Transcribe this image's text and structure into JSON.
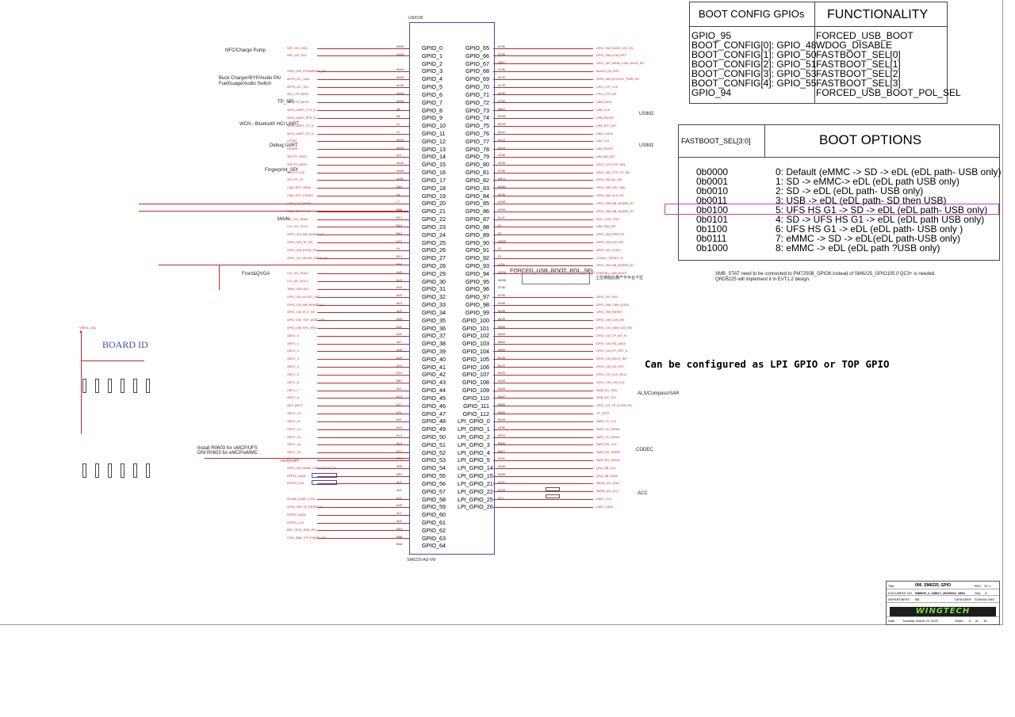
{
  "chip": {
    "ref": "U0001B",
    "part": "SM6225-AD-VM",
    "left_pins": [
      "GPIO_0",
      "GPIO_1",
      "GPIO_2",
      "GPIO_3",
      "GPIO_4",
      "GPIO_5",
      "GPIO_6",
      "GPIO_7",
      "GPIO_8",
      "GPIO_9",
      "GPIO_10",
      "GPIO_11",
      "GPIO_12",
      "GPIO_13",
      "GPIO_14",
      "GPIO_15",
      "GPIO_16",
      "GPIO_17",
      "GPIO_18",
      "GPIO_19",
      "GPIO_20",
      "GPIO_21",
      "GPIO_22",
      "GPIO_23",
      "GPIO_24",
      "GPIO_25",
      "GPIO_26",
      "GPIO_27",
      "GPIO_28",
      "GPIO_29",
      "GPIO_30",
      "GPIO_31",
      "GPIO_32",
      "GPIO_33",
      "GPIO_34",
      "GPIO_35",
      "GPIO_36",
      "GPIO_37",
      "GPIO_38",
      "GPIO_39",
      "GPIO_40",
      "GPIO_41",
      "GPIO_42",
      "GPIO_43",
      "GPIO_44",
      "GPIO_45",
      "GPIO_46",
      "GPIO_47",
      "GPIO_48",
      "GPIO_49",
      "GPIO_50",
      "GPIO_51",
      "GPIO_52",
      "GPIO_53",
      "GPIO_54",
      "GPIO_55",
      "GPIO_56",
      "GPIO_57",
      "GPIO_58",
      "GPIO_59",
      "GPIO_60",
      "GPIO_61",
      "GPIO_62",
      "GPIO_63",
      "GPIO_64"
    ],
    "right_pins": [
      "GPIO_65",
      "GPIO_66",
      "GPIO_67",
      "GPIO_68",
      "GPIO_69",
      "GPIO_70",
      "GPIO_71",
      "GPIO_72",
      "GPIO_73",
      "GPIO_74",
      "GPIO_75",
      "GPIO_76",
      "GPIO_77",
      "GPIO_78",
      "GPIO_79",
      "GPIO_80",
      "GPIO_81",
      "GPIO_82",
      "GPIO_83",
      "GPIO_84",
      "GPIO_85",
      "GPIO_86",
      "GPIO_87",
      "GPIO_88",
      "GPIO_89",
      "GPIO_90",
      "GPIO_91",
      "GPIO_92",
      "GPIO_93",
      "GPIO_94",
      "GPIO_95",
      "GPIO_96",
      "GPIO_97",
      "GPIO_98",
      "GPIO_99",
      "GPIO_100",
      "GPIO_101",
      "GPIO_102",
      "GPIO_103",
      "GPIO_104",
      "GPIO_105",
      "GPIO_106",
      "GPIO_107",
      "GPIO_108",
      "GPIO_109",
      "GPIO_110",
      "GPIO_111",
      "GPIO_112",
      "LPI_GPIO_0",
      "LPI_GPIO_1",
      "LPI_GPIO_2",
      "LPI_GPIO_3",
      "LPI_GPIO_4",
      "LPI_GPIO_5",
      "LPI_GPIO_14",
      "LPI_GPIO_15",
      "LPI_GPIO_21",
      "LPI_GPIO_22",
      "LPI_GPIO_25",
      "LPI_GPIO_26"
    ],
    "left_balls": [
      "AH38",
      "AH36",
      "",
      "AH40",
      "AH36",
      "AL36",
      "AH36",
      "AH36",
      "AE",
      "AE",
      "J1",
      "J1",
      "AH31",
      "AH31",
      "AJ1",
      "AK40",
      "AH36",
      "AJ36",
      "AB1",
      "L6",
      "L7",
      "BB6",
      "BC1",
      "BA1",
      "BA1",
      "AT2",
      "K4",
      "BC1",
      "BB6",
      "AV6",
      "AV4",
      "AV2",
      "AV3",
      "AV4",
      "AV5",
      "AH6",
      "AJ5",
      "AJ5",
      "AV7",
      "AV8",
      "AV9",
      "AT9",
      "AT9",
      "BB1",
      "AV1",
      "AT3",
      "AT7",
      "AT1",
      "AV1",
      "AV4",
      "AL4",
      "AL5",
      "AT2",
      "AR1",
      "AP8",
      "AR1",
      "AV1",
      "AV1",
      "AV1",
      "AV6",
      "AL1",
      "AV2",
      "AR1",
      "BA6",
      "BA6"
    ],
    "right_balls": [
      "AT36",
      "AV36",
      "AN37",
      "AT36",
      "AL35",
      "AL35",
      "AV35",
      "AT35",
      "BB41",
      "BC36",
      "BC35",
      "BA11",
      "AV12",
      "AV10",
      "AT38",
      "AV35",
      "AT38",
      "AR11",
      "AH36",
      "AV36",
      "AH38",
      "AH36",
      "AL37",
      "E2",
      "E2",
      "AW35",
      "E1",
      "E1",
      "AJ36",
      "AW36",
      "AW36",
      "AT36",
      "AT36",
      "AV36",
      "BA36",
      "AV35",
      "BB36",
      "BA33",
      "BB32",
      "BB35",
      "BC36",
      "BC37",
      "BA29",
      "AV35",
      "BA35",
      "BA37",
      "BB35",
      "BB35",
      "BA25",
      "AT36",
      "AV33",
      "BB36",
      "BA27",
      "AV31",
      "AV36",
      "AH36",
      "AV31",
      "AV33",
      "AT4"
    ],
    "right_nets": [
      "GPIO_064_VADD_VIO_EN",
      "GPIO_066_LCM_RST",
      "GPIO_067_MAIN_CAM_AVDD_EN",
      "AUDIO_PA_RST",
      "GPIO_069_BTVOUT_PWR_EN",
      "CPU_CTP_CLK",
      "CPU_CTP_INT",
      "USB_DATA",
      "USB_CLK",
      "USB_RESET",
      "UIM_2ST_DET",
      "UIM1_DATA",
      "UIM_CLK",
      "UIM_RESET",
      "UIM_BB_DET",
      "GPIO_079_CTP_IRQ",
      "GPIO_081_CTP_TE_EN",
      "GPIO_082_BL_EN",
      "GPIO_083_SEL_PAD",
      "GPIO_084_ALS_INT",
      "GPIO_085_NB_BOARD_ID",
      "GPIO_086_NB_BOARD_ID",
      "SOC_CHG_TRG",
      "UIM_SIM_DET",
      "GPIO_089_ERR_FG",
      "GPIO_090_LTE_EN",
      "GPIO_091_COEX",
      "CODEC_RESET_N",
      "GPIO_093_NB_BOARD_ID",
      "FORCED_USB_BOOT",
      "",
      "",
      "GPIO_097_NFC",
      "GPIO_098_CAM_DVDD",
      "GPIO_099_RESET",
      "GPIO_100_LDO_EN",
      "GPIO_101_USB_LDO_EN",
      "GPIO_102_TP_INT_N",
      "GPIO_103_RD_DATA",
      "GPIO_104_FP_RST_N",
      "GPIO_105_BUCK_INT",
      "GPIO_106_SD_RST",
      "GPIO_107_CLK_REQ",
      "GPIO_108_VDD_EN",
      "SMB_I2C_SDA",
      "SMB_I2C_SCL",
      "GPIO_111_TP_DVDD_EN",
      "TP_TEST",
      "SWR_TX_CLK",
      "SWR_TX_DATA0",
      "SWR_TX_DATA1",
      "SWR_RX_CLK",
      "SWR_RX_DATA0",
      "SWR_RX_DATA1",
      "QCA_SB_CLK",
      "QCA_SB_DATA",
      "SNSR_I2C_SDA",
      "SNSR_I2C_SCL",
      "DMIC_CLK",
      "DMIC_DATA"
    ],
    "left_nets": [
      "NFC_I2C_SDA",
      "NFC_I2C_SCL",
      "",
      "GPIO_003_PCHARGER_EN",
      "APPS_I2C_SDA",
      "APPS_I2C_SCL",
      "SPI_CTP_MISO",
      "SPI_CTP_MOSI",
      "WCN_UART_CTS_N",
      "WCN_UART_RFR_N",
      "WCN_UART_TX_N",
      "WCN_UART_RX_N",
      "UTXD0",
      "URXD0",
      "SPI_FP_MISO",
      "SPI_FP_MOSI",
      "SPI_FP_CLK",
      "SPI_FP_CS",
      "CAM_RST_MAIN",
      "CAM_RST_FRONT",
      "CAM_CLK_MAIN",
      "CAM_CLK_Front",
      "CCI_I2C_SDA0",
      "CCI_I2C_SCL0",
      "GPIO_024_NB_BOARD_ID",
      "GPIO_025_TP_EN",
      "GPIO_026_DVDD_EN",
      "GPIO_027_MCAM_DVDD_EN",
      "",
      "CCI_I2C_SDA1",
      "CCI_I2C_SCL1",
      "TRAY_INS_DET",
      "GPIO_032_ACCEL_INT",
      "GPIO_033_NB_BOARD_ID",
      "GPIO_034_ECT_INT",
      "GPIO_035_TOF_AVDD_EN",
      "GPIO_036_NFC_IRQ",
      "GBYC_0",
      "GBYC_1",
      "GBYC_2",
      "GBYC_3",
      "GBYC_4",
      "GBYC_5",
      "GBYC_6",
      "GBYC_7",
      "GBYC_8",
      "ANT_DECT",
      "GBYC_10",
      "GBYC_11",
      "GBYC_12",
      "GBYC_13",
      "GBYC_14",
      "GBYC_15",
      "PM_LSR",
      "GPIO_054_MAIN_CAM_AFVDD_EN",
      "RFFE2_DATA",
      "RFFE2_CLK",
      "",
      "RCAM_DVDD_CTRL",
      "GPIO_059_TP_RESET_N",
      "RFFE0_DATA",
      "RFFE0_CLK",
      "BAT_GPIO_ENA_EN",
      "CHG_SMB_CP_PHASE_DE"
    ]
  },
  "labels": {
    "nfc": "NFC/Charge Pump",
    "buck": "Buck Charger/BYP/Audio PA/",
    "buck2": "FuelGuage/Audio Switch",
    "tp_spi": "TP_SPI",
    "wcn": "WCN - Bluetooth HCI UART",
    "debug": "Debug UART",
    "fp": "Fingerprint_SPI",
    "main": "MAIN",
    "front": "Front&QVGA",
    "usim2": "USIM2",
    "usim1": "USIM1",
    "als": "ALS/Compass/SAR",
    "codec": "CODEC",
    "acc": "ACC",
    "install1": "Install  R0603 for uMCP/UFS",
    "install2": "DNI    R0603 for eMCP/eMMC",
    "force_label": "FORCED_USB_BOOT_POL_SEL",
    "force_note": "上拉使能后量产不平台下拉",
    "smb_note1": "SMB_STAT need to be connected to PM7250B_GPIO6 instead of SM6225_GPIO105 if QC3+ is needed.",
    "smb_note2": "QRD6225 will implement it in EVT1.2 design.",
    "lpi_note": "Can be configured as LPI GPIO or TOP GPIO",
    "board_id": "BOARD ID",
    "vreg": "VREG_L9A",
    "pm_lsr": "PREQ_LSR"
  },
  "boot_config": {
    "headers": [
      "BOOT CONFIG GPIOs",
      "FUNCTIONALITY"
    ],
    "rows": [
      [
        "GPIO_95",
        "FORCED_USB_BOOT"
      ],
      [
        "BOOT_CONFIG[0]: GPIO_48",
        "WDOG_DISABLE"
      ],
      [
        "BOOT_CONFIG[1]: GPIO_50",
        "FASTBOOT_SEL[0]"
      ],
      [
        "BOOT_CONFIG[2]: GPIO_51",
        "FASTBOOT_SEL[1]"
      ],
      [
        "BOOT_CONFIG[3]: GPIO_53",
        "FASTBOOT_SEL[2]"
      ],
      [
        "BOOT_CONFIG[4]: GPIO_55",
        "FASTBOOT_SEL[3]"
      ],
      [
        "GPIO_94",
        "FORCED_USB_BOOT_POL_SEL"
      ]
    ]
  },
  "boot_options": {
    "headers": [
      "FASTBOOT_SEL[3:0]",
      "BOOT OPTIONS"
    ],
    "rows": [
      [
        "0b0000",
        "0: Default (eMMC -> SD -> eDL (eDL path- USB only)"
      ],
      [
        "0b0001",
        "1: SD -> eMMC-> eDL (eDL path USB only)"
      ],
      [
        "0b0010",
        "2: SD -> eDL (eDL path- USB only)"
      ],
      [
        "0b0011",
        "3: USB -> eDL (eDL path- SD then USB)"
      ],
      [
        "0b0100",
        "5: UFS HS G1 -> SD -> eDL (eDL path- USB only)"
      ],
      [
        "0b0101",
        "4: SD -> UFS HS G1 -> eDL (eDL path USB only)"
      ],
      [
        "0b1100",
        "6: UFS HS G1 -> eDL (eDL path- USB only )"
      ],
      [
        "0b0111",
        "7: eMMC -> SD -> eDL(eDL path-USB only)"
      ],
      [
        "0b1000",
        "8: eMMC -> eDL (eDL path ?USB only)"
      ]
    ]
  },
  "title_block": {
    "title_lbl": "Title",
    "title": "006_SM6225_GPIO",
    "rev_lbl": "REV",
    "rev": "V1.1",
    "doc_lbl": "DOCUMENT NO.",
    "doc": "S88009_1_16M17_2020/324_1534",
    "size_lbl": "Size",
    "size": "D",
    "dept_lbl": "DEPARTMENT",
    "dept": "BB",
    "designer_lbl": "DESIGNER",
    "designer": "SOMAVLONG",
    "date_lbl": "Date",
    "date": "Tuesday, March 24, 2020",
    "sheet_lbl": "Sheet",
    "sheet": "6",
    "of": "of",
    "total": "16",
    "logo": "WINGTECH"
  }
}
